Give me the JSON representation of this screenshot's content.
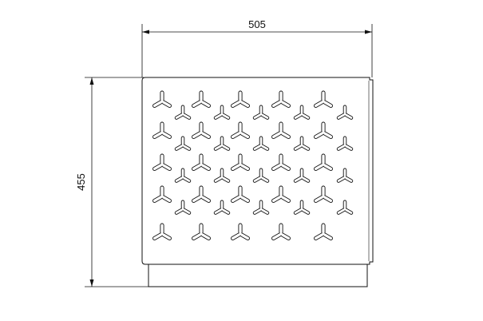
{
  "dimensions": {
    "width_label": "505",
    "height_label": "455"
  },
  "drawing": {
    "panel_type": "perforated panel",
    "perforation_shape": "three-armed star (Y-shape)",
    "rows": [
      {
        "large": 5,
        "small": 5
      },
      {
        "large": 5,
        "small": 5
      },
      {
        "large": 5,
        "small": 5
      },
      {
        "large": 5,
        "small": 5
      },
      {
        "large": 5,
        "small": 0
      }
    ],
    "colors": {
      "line": "#111111",
      "background": "#ffffff"
    }
  }
}
